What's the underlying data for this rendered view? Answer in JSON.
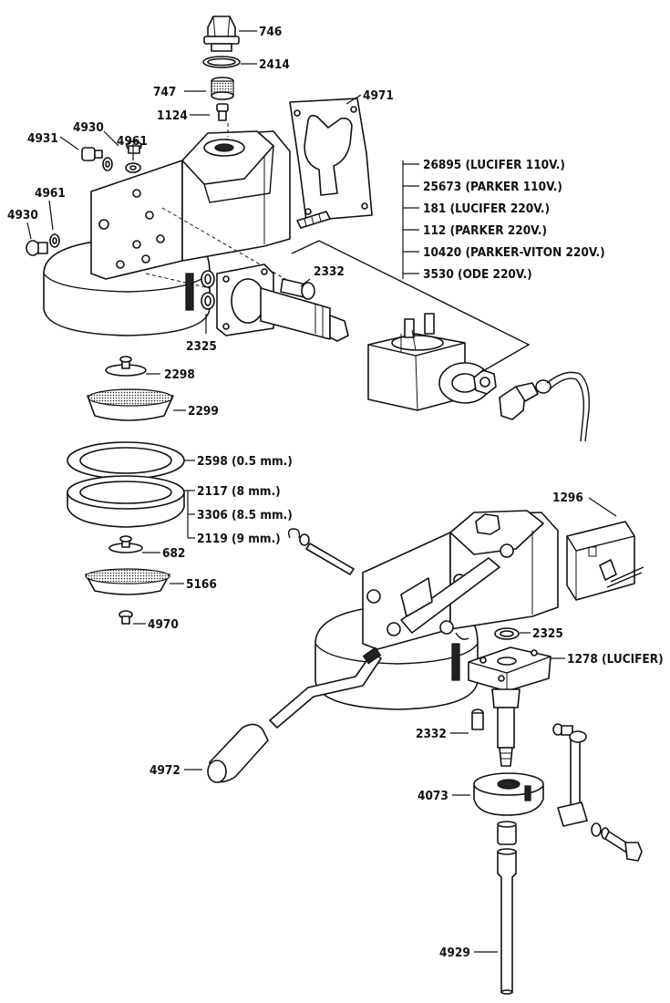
{
  "labels": {
    "p746": "746",
    "p2414": "2414",
    "p747": "747",
    "p1124": "1124",
    "p4971": "4971",
    "p4931": "4931",
    "p4930_top": "4930",
    "p4961_top": "4961",
    "p4961_left": "4961",
    "p4930_left": "4930",
    "solenoid_26895": "26895 (LUCIFER 110V.)",
    "solenoid_25673": "25673 (PARKER 110V.)",
    "solenoid_181": "181 (LUCIFER 220V.)",
    "solenoid_112": "112 (PARKER 220V.)",
    "solenoid_10420": "10420 (PARKER-VITON 220V.)",
    "solenoid_3530": "3530 (ODE 220V.)",
    "p2332_top": "2332",
    "p2325_top": "2325",
    "p2298": "2298",
    "p2299": "2299",
    "p2598": "2598 (0.5 mm.)",
    "p2117": "2117 (8 mm.)",
    "p3306": "3306 (8.5 mm.)",
    "p2119": "2119 (9 mm.)",
    "p682": "682",
    "p5166": "5166",
    "p4970": "4970",
    "p1296": "1296",
    "p2325_bottom": "2325",
    "p1278": "1278 (LUCIFER)",
    "p2332_bottom": "2332",
    "p4972": "4972",
    "p4073": "4073",
    "p4929": "4929"
  }
}
